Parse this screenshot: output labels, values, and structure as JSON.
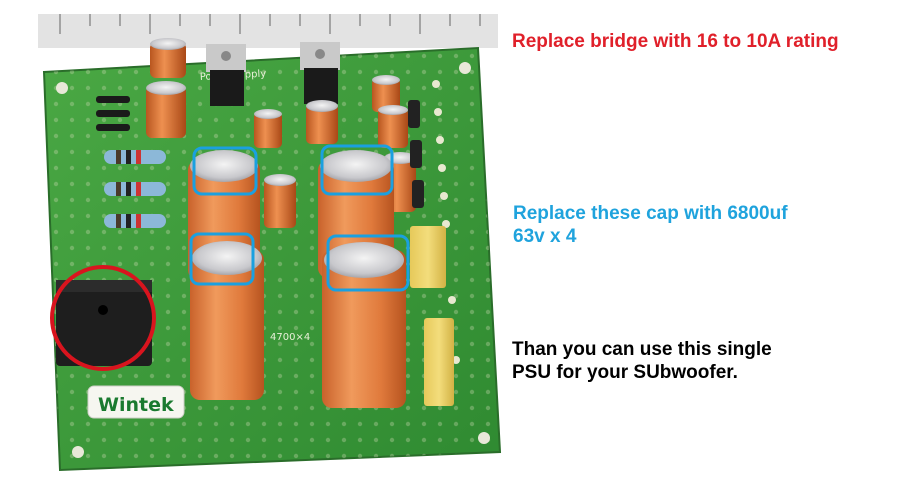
{
  "annotations": {
    "bridge_note": "Replace bridge with 16 to 10A rating",
    "caps_note_line1": "Replace these cap with 6800uf",
    "caps_note_line2": "63v x 4",
    "single_psu_line1": "Than you can use this single",
    "single_psu_line2": "PSU for your SUbwoofer."
  },
  "board": {
    "logo": "Wintek",
    "title_silkscreen": "Power supply",
    "cap_marking": "4700×4"
  },
  "colors": {
    "bridge_note": "#e0202a",
    "caps_note": "#1fa3dd",
    "single_note": "#000000",
    "highlight_circle": "#d9141e",
    "highlight_box": "#1aa0e0",
    "pcb_green": "#3f9a3a",
    "cap_orange": "#e07a3c"
  }
}
